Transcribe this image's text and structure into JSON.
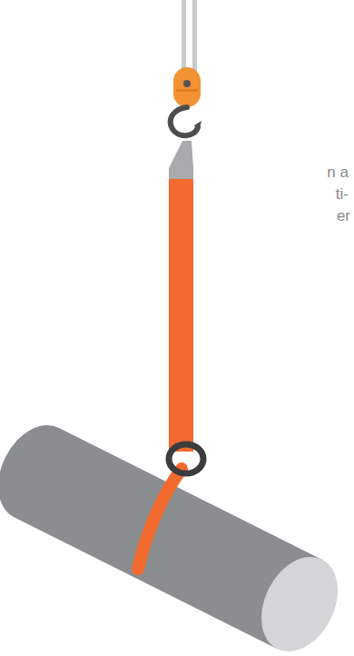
{
  "diagram": {
    "labels": [
      "n a",
      "ti-",
      "er"
    ]
  }
}
